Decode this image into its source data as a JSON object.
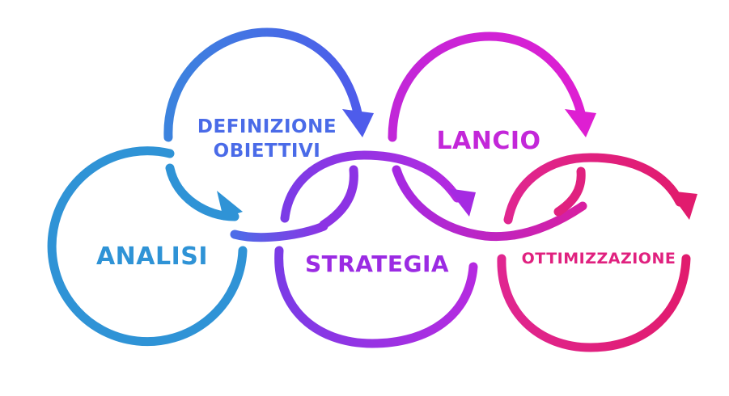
{
  "diagram": {
    "steps": [
      {
        "id": "analisi",
        "lines": [
          "ANALISI"
        ],
        "color": "#2F93D6"
      },
      {
        "id": "definizione-obiettivi",
        "lines": [
          "DEFINIZIONE",
          "OBIETTIVI"
        ],
        "color": "#4A6BE8"
      },
      {
        "id": "strategia",
        "lines": [
          "STRATEGIA"
        ],
        "color": "#9B2BE3"
      },
      {
        "id": "lancio",
        "lines": [
          "LANCIO"
        ],
        "color": "#C327D9"
      },
      {
        "id": "ottimizzazione",
        "lines": [
          "OTTIMIZZAZIONE"
        ],
        "color": "#E0217F"
      }
    ]
  }
}
